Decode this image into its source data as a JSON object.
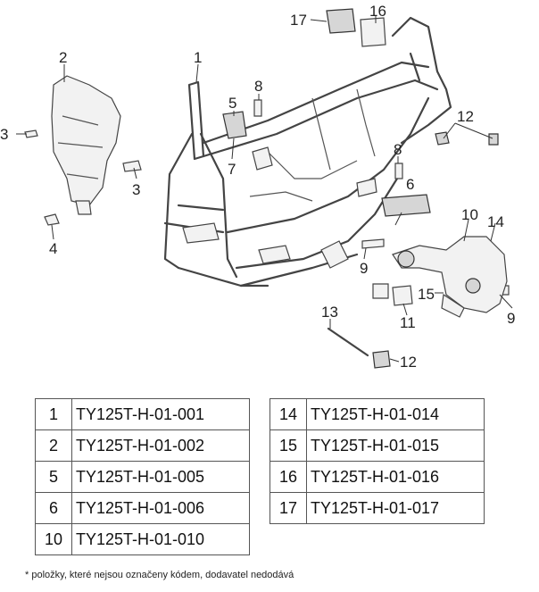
{
  "callouts": [
    "1",
    "2",
    "3",
    "3",
    "4",
    "5",
    "6",
    "7",
    "8",
    "8",
    "9",
    "9",
    "10",
    "11",
    "12",
    "12",
    "13",
    "14",
    "15",
    "16",
    "17"
  ],
  "parts_left": [
    {
      "num": "1",
      "code": "TY125T-H-01-001"
    },
    {
      "num": "2",
      "code": "TY125T-H-01-002"
    },
    {
      "num": "5",
      "code": "TY125T-H-01-005"
    },
    {
      "num": "6",
      "code": "TY125T-H-01-006"
    },
    {
      "num": "10",
      "code": "TY125T-H-01-010"
    }
  ],
  "parts_right": [
    {
      "num": "14",
      "code": "TY125T-H-01-014"
    },
    {
      "num": "15",
      "code": "TY125T-H-01-015"
    },
    {
      "num": "16",
      "code": "TY125T-H-01-016"
    },
    {
      "num": "17",
      "code": "TY125T-H-01-017"
    }
  ],
  "footnote": "* položky, které nejsou označeny kódem, dodavatel nedodává"
}
